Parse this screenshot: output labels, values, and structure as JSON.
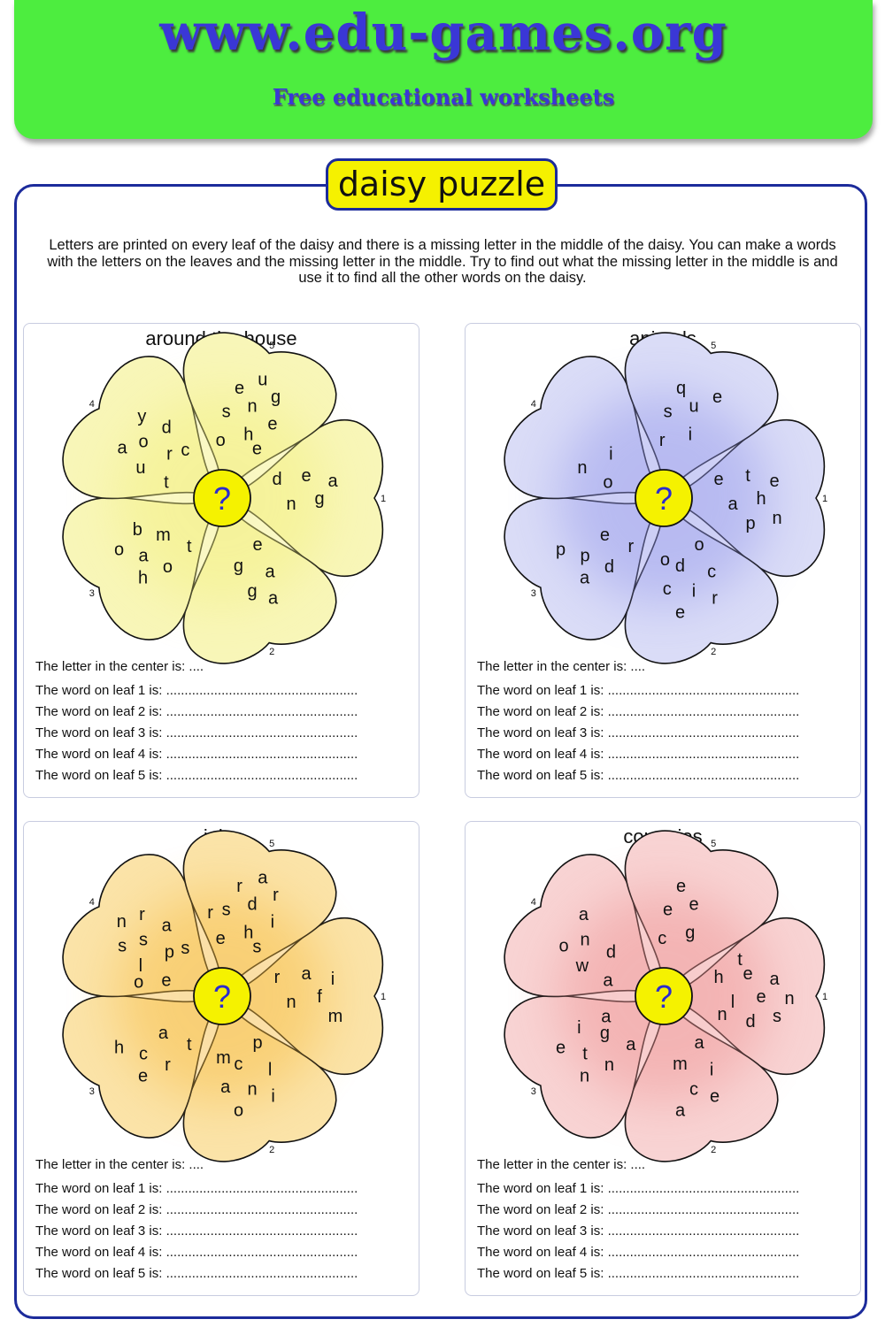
{
  "header": {
    "site": "www.edu-games.org",
    "subtitle": "Free educational worksheets"
  },
  "title": "daisy puzzle",
  "instructions": "Letters are printed on every leaf of the daisy and there is a missing letter in the middle of the daisy. You can make a words with the letters on the leaves and the missing letter in the middle. Try to find out what the missing letter in the middle is and use it to find all the other words on the daisy.",
  "center_symbol": "?",
  "answer_lines": {
    "center": "The letter in the center is: ....",
    "leaves": [
      "The word on leaf 1 is: ....................................................",
      "The word on leaf 2 is: ....................................................",
      "The word on leaf 3 is: ....................................................",
      "The word on leaf 4 is: ....................................................",
      "The word on leaf 5 is: ...................................................."
    ]
  },
  "puzzles": [
    {
      "title": "around the house",
      "colors": {
        "petal": "#f8f6b8",
        "center": "#f5f200",
        "glow": "#f3ef7a"
      },
      "leaves": [
        {
          "number": "1",
          "letters": [
            "d",
            "n",
            "e",
            "g",
            "a"
          ]
        },
        {
          "number": "2",
          "letters": [
            "e",
            "g",
            "a",
            "g",
            "a"
          ]
        },
        {
          "number": "3",
          "letters": [
            "t",
            "m",
            "o",
            "a",
            "h",
            "o",
            "b"
          ]
        },
        {
          "number": "4",
          "letters": [
            "t",
            "r",
            "u",
            "o",
            "a",
            "y",
            "d",
            "c"
          ]
        },
        {
          "number": "5",
          "letters": [
            "o",
            "h",
            "s",
            "n",
            "e",
            "g",
            "e",
            "e",
            "u"
          ]
        }
      ]
    },
    {
      "title": "animals",
      "colors": {
        "petal": "#dadcf7",
        "center": "#f5f200",
        "glow": "#8f93ea"
      },
      "leaves": [
        {
          "number": "1",
          "letters": [
            "e",
            "a",
            "t",
            "h",
            "e",
            "n",
            "p"
          ]
        },
        {
          "number": "2",
          "letters": [
            "o",
            "d",
            "c",
            "i",
            "r",
            "e",
            "c",
            "o"
          ]
        },
        {
          "number": "3",
          "letters": [
            "r",
            "e",
            "d",
            "p",
            "a",
            "p"
          ]
        },
        {
          "number": "4",
          "letters": [
            "o",
            "i",
            "n"
          ]
        },
        {
          "number": "5",
          "letters": [
            "r",
            "i",
            "s",
            "u",
            "q",
            "e"
          ]
        }
      ]
    },
    {
      "title": "jobs",
      "colors": {
        "petal": "#fbe3a8",
        "center": "#f5f200",
        "glow": "#f6b93a"
      },
      "leaves": [
        {
          "number": "1",
          "letters": [
            "r",
            "n",
            "a",
            "f",
            "i",
            "m"
          ]
        },
        {
          "number": "2",
          "letters": [
            "p",
            "c",
            "l",
            "n",
            "i",
            "o",
            "a",
            "m"
          ]
        },
        {
          "number": "3",
          "letters": [
            "t",
            "a",
            "r",
            "c",
            "e",
            "h"
          ]
        },
        {
          "number": "4",
          "letters": [
            "e",
            "p",
            "l",
            "s",
            "s",
            "r",
            "a",
            "s",
            "n",
            "o"
          ]
        },
        {
          "number": "5",
          "letters": [
            "e",
            "h",
            "s",
            "d",
            "r",
            "r",
            "i",
            "s",
            "a",
            "r"
          ]
        }
      ]
    },
    {
      "title": "countries",
      "colors": {
        "petal": "#f8d3d3",
        "center": "#f5f200",
        "glow": "#ee8f8f"
      },
      "leaves": [
        {
          "number": "1",
          "letters": [
            "h",
            "l",
            "e",
            "e",
            "a",
            "s",
            "d",
            "n",
            "n",
            "t"
          ]
        },
        {
          "number": "2",
          "letters": [
            "a",
            "m",
            "i",
            "c",
            "e",
            "a"
          ]
        },
        {
          "number": "3",
          "letters": [
            "a",
            "g",
            "n",
            "t",
            "n",
            "e",
            "i",
            "a"
          ]
        },
        {
          "number": "4",
          "letters": [
            "a",
            "d",
            "w",
            "n",
            "o",
            "a"
          ]
        },
        {
          "number": "5",
          "letters": [
            "c",
            "g",
            "e",
            "e",
            "e"
          ]
        }
      ]
    }
  ]
}
